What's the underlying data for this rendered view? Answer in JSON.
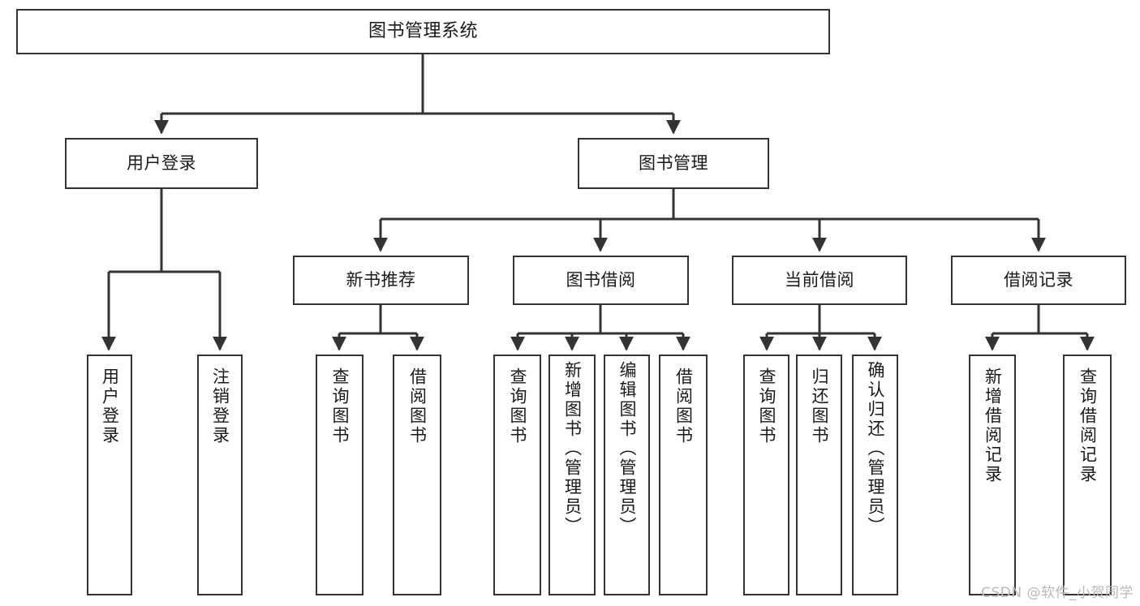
{
  "diagram": {
    "type": "tree",
    "title": "图书管理系统",
    "colors": {
      "box_border": "#333333",
      "box_fill": "#ffffff",
      "line": "#333333",
      "text": "#1a1a1a",
      "watermark": "#b9b9b9"
    },
    "root": {
      "label": "图书管理系统"
    },
    "level2": [
      {
        "label": "用户登录"
      },
      {
        "label": "图书管理"
      }
    ],
    "level3": [
      {
        "label": "新书推荐"
      },
      {
        "label": "图书借阅"
      },
      {
        "label": "当前借阅"
      },
      {
        "label": "借阅记录"
      }
    ],
    "leaves": {
      "user_login": [
        {
          "label": "用户登录"
        },
        {
          "label": "注销登录"
        }
      ],
      "new_book_recommend": [
        {
          "label": "查询图书"
        },
        {
          "label": "借阅图书"
        }
      ],
      "book_borrow": [
        {
          "label": "查询图书"
        },
        {
          "label": "新增图书（管理员）"
        },
        {
          "label": "编辑图书（管理员）"
        },
        {
          "label": "借阅图书"
        }
      ],
      "current_borrow": [
        {
          "label": "查询图书"
        },
        {
          "label": "归还图书"
        },
        {
          "label": "确认归还（管理员）"
        }
      ],
      "borrow_record": [
        {
          "label": "新增借阅记录"
        },
        {
          "label": "查询借阅记录"
        }
      ]
    }
  },
  "watermark": {
    "text": "CSDN @软件_小贺同学"
  }
}
